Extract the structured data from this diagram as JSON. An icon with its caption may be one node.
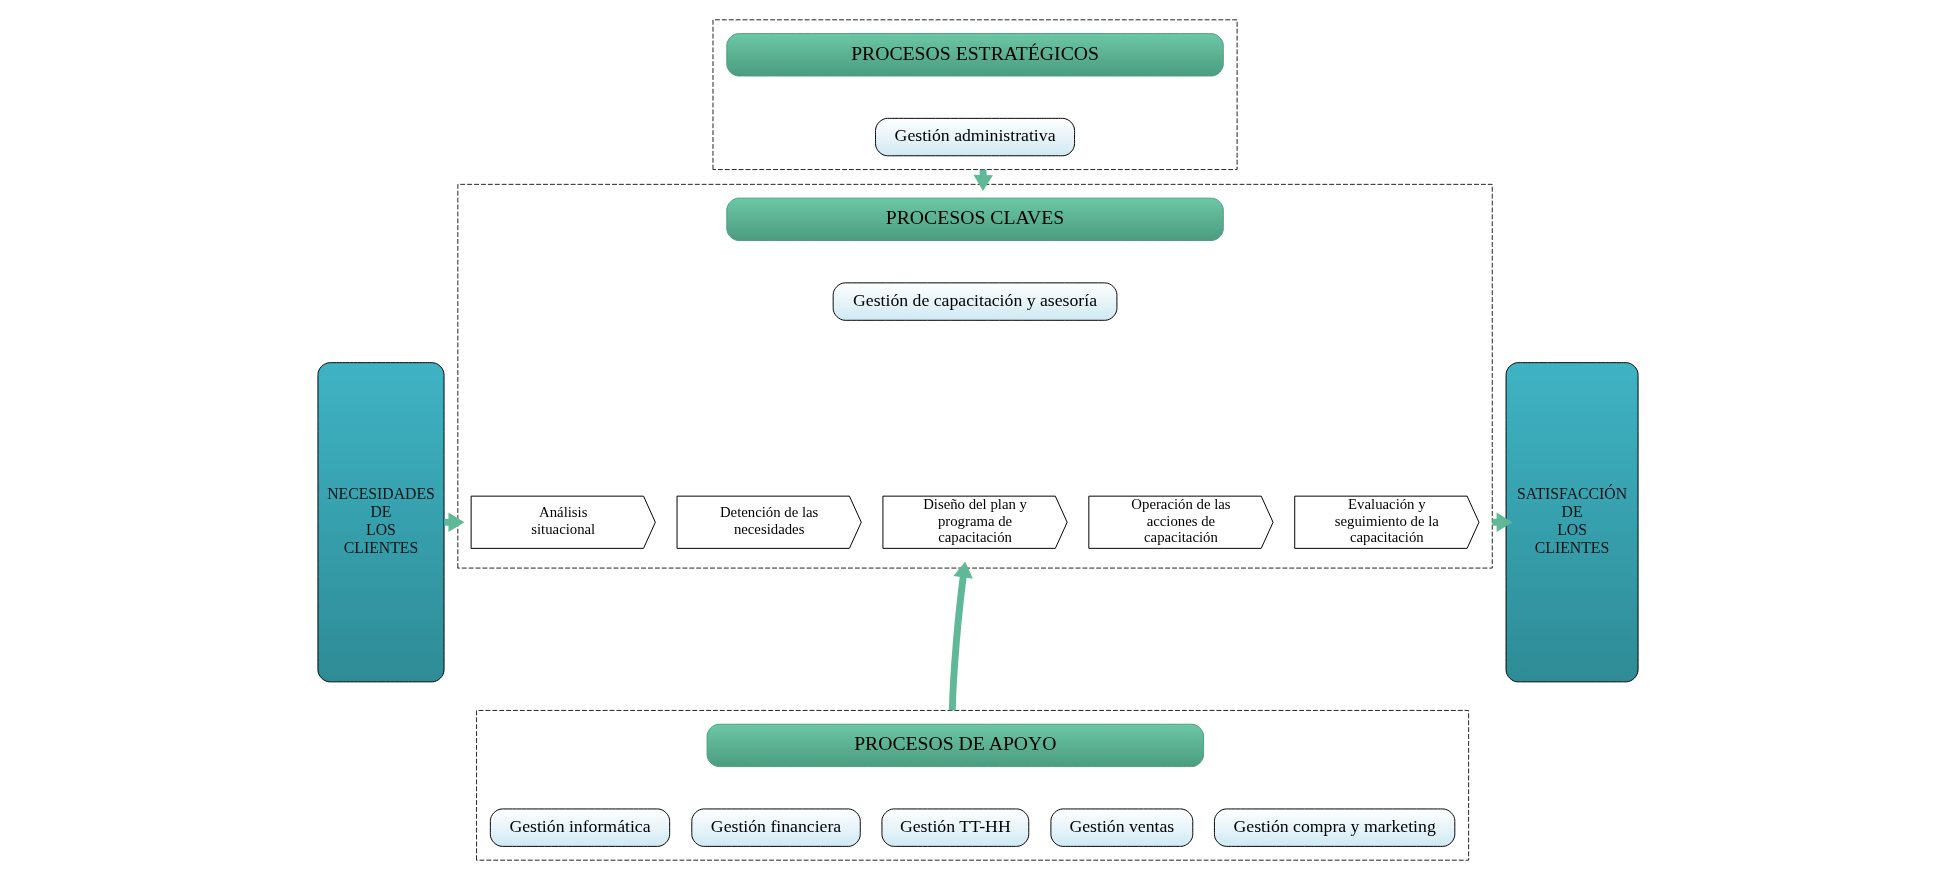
{
  "diagram": {
    "nodes": [
      {
        "text": [
          "NECESIDADES DE LOS CLIENTES"
        ]
      },
      {
        "text": [],
        "shape": "box"
      },
      {
        "text": [
          "PROCESOS ESTRATÉGICOS"
        ],
        "in": 1
      },
      {
        "text": [
          "Gestión administrativa"
        ],
        "in": 1
      },
      {
        "text": [],
        "shape": "box"
      },
      {
        "text": [
          "PROCESOS CLAVES"
        ],
        "in": 4
      },
      {
        "text": [
          "Gestión de capacitación y asesoría"
        ],
        "in": 4
      },
      {
        "text": [
          "Análisis situacional"
        ],
        "in": 4
      },
      {
        "text": [
          "Detención de las necesidades"
        ],
        "in": 4
      },
      {
        "text": [
          "Diseño del plan y programa de capacitación"
        ],
        "in": 4
      },
      {
        "text": [
          "Operación de las acciones de capacitación"
        ],
        "in": 4
      },
      {
        "text": [
          "Evaluación y seguimiento de la capacitación"
        ],
        "in": 4
      },
      {
        "text": [],
        "shape": "box"
      },
      {
        "text": [
          "PROCESOS DE APOYO"
        ],
        "in": 12
      },
      {
        "text": [
          "Gestión informática"
        ],
        "in": 12
      },
      {
        "text": [
          "Gestión financiera"
        ],
        "in": 12
      },
      {
        "text": [
          "Gestión TT-HH"
        ],
        "in": 12
      },
      {
        "text": [
          "Gestión ventas"
        ],
        "in": 12
      },
      {
        "text": [
          "Gestión compra y marketing"
        ],
        "in": 12
      },
      {
        "text": [
          "SATISFACCIÓN DE LOS CLIENTES"
        ]
      }
    ],
    "edges": [
      {
        "from": 1,
        "to": 4,
        "arrow": "to"
      },
      {
        "from": 12,
        "to": 4,
        "arrow": "to"
      },
      {
        "from": 0,
        "to": 4,
        "arrow": "to"
      },
      {
        "from": 4,
        "to": 19,
        "arrow": "to"
      }
    ]
  }
}
